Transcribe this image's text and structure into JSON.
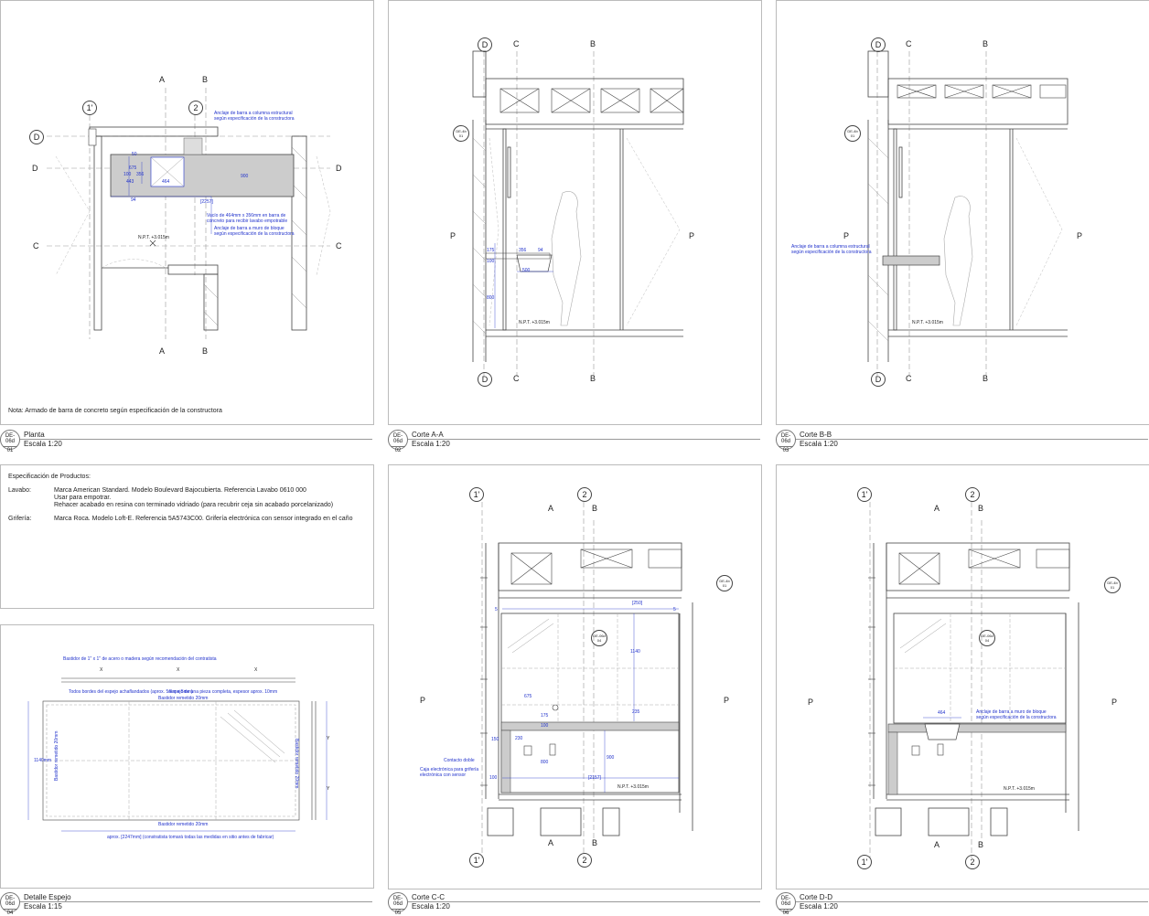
{
  "panels": {
    "planta": {
      "badge_top": "DE-06d",
      "badge_num": "01",
      "title": "Planta",
      "scale": "Escala 1:20",
      "note": "Nota:  Armado de barra de concreto según especificación de la constructora",
      "npt": "N.P.T. +3.015m",
      "ann_anclaje_col": "Anclaje de barra a columna estructural\nsegún especificación de la constructora",
      "ann_vacio": "Vacío de 464mm x 356mm en barra de\nconcreto para recibir lavabo empotrable",
      "ann_anclaje_muro": "Anclaje de barra a muro de bloque\nsegún especificación de la constructora",
      "dims": {
        "d50": "50",
        "d675": "675",
        "d100": "100",
        "d356": "356",
        "d443": "443",
        "d464": "464",
        "d900": "900",
        "d94": "94",
        "d2257": "[2257]"
      },
      "grid": {
        "a": "A",
        "b": "B",
        "c": "C",
        "d": "D",
        "g1": "1'",
        "g2": "2"
      }
    },
    "corte_aa": {
      "badge_top": "DE-06d",
      "badge_num": "02",
      "title": "Corte A-A",
      "scale": "Escala 1:20",
      "npt": "N.P.T. +3.015m",
      "ref_top": "DE-4b",
      "ref_num": "01",
      "dims": {
        "d175": "175",
        "d100": "100",
        "d356": "356",
        "d94": "94",
        "d500": "500",
        "d800": "800"
      },
      "grid": {
        "d": "D",
        "c": "C",
        "b": "B",
        "p": "P"
      }
    },
    "corte_bb": {
      "badge_top": "DE-06d",
      "badge_num": "03",
      "title": "Corte B-B",
      "scale": "Escala 1:20",
      "npt": "N.P.T. +3.015m",
      "ref_top": "DE-4b",
      "ref_num": "01",
      "ann_anclaje_col": "Anclaje de barra a columna estructural\nsegún especificación de la constructora",
      "grid": {
        "d": "D",
        "c": "C",
        "b": "B",
        "p": "P"
      }
    },
    "especificacion": {
      "heading": "Especificación de Productos:",
      "rows": [
        {
          "label": "Lavabo:",
          "lines": [
            "Marca American Standard.  Modelo Boulevard Bajocubierta.  Referencia Lavabo 0610 000",
            "Usar para empotrar.",
            "Rehacer acabado en resina con terminado vidriado (para recubrir ceja sin acabado porcelanizado)"
          ]
        },
        {
          "label": "Grifería:",
          "lines": [
            "Marca Roca.  Modelo Loft-E.  Referencia 5A5743C00.  Grifería electrónica con sensor integrado en el caño"
          ]
        }
      ]
    },
    "espejo": {
      "badge_top": "DE-06d",
      "badge_num": "04",
      "title": "Detalle Espejo",
      "scale": "Escala 1:15",
      "ann_bastidor": "Bastidor de 1\" x 1\" de acero o madera según recomendación del contratista",
      "ann_bordes": "Todos bordes del espejo achaflandados (aprox. 5mm x 5mm)",
      "ann_pieza": "Espejo de una pieza completa, espesor aprox. 10mm",
      "ann_remetido_top": "Bastidor remetido 20mm",
      "ann_remetido_bottom": "Bastidor remetido 20mm",
      "ann_remetido_left": "Bastidor remetido 20mm",
      "ann_remetido_right": "Bastidor remetido 20mm",
      "ann_aprox": "aprox. [2247mm] (constratista tomará todas las medidas en sitio antes de fabricar)",
      "dim_height": "1140mm",
      "x": "X",
      "y": "Y"
    },
    "corte_cc": {
      "badge_top": "DE-06d",
      "badge_num": "05",
      "title": "Corte C-C",
      "scale": "Escala 1:20",
      "npt": "N.P.T. +3.015m",
      "ref_top": "DE-4b",
      "ref_num": "01",
      "ref2_top": "DE-06d",
      "ref2_num": "04",
      "ann_contacto": "Contacto doble",
      "ann_caja": "Caja electrónica para grifería\nelectrónica con sensor",
      "dims": {
        "d250": "[250]",
        "d5a": "5",
        "d5b": "5",
        "d1140": "1140",
        "d675": "675",
        "d175": "175",
        "d235": "235",
        "d100": "100",
        "d150": "150",
        "d230": "230",
        "d800": "800",
        "d900": "900",
        "d100b": "100",
        "d2157": "[2157]"
      },
      "grid": {
        "g1": "1'",
        "g2": "2",
        "a": "A",
        "b": "B",
        "p": "P"
      }
    },
    "corte_dd": {
      "badge_top": "DE-06d",
      "badge_num": "06",
      "title": "Corte D-D",
      "scale": "Escala 1:20",
      "npt": "N.P.T. +3.015m",
      "ref_top": "DE-4b",
      "ref_num": "01",
      "ref2_top": "DE-06d",
      "ref2_num": "04",
      "ann_anclaje_muro": "Anclaje de barra a muro de bloque\nsegún especificación de la constructora",
      "dims": {
        "d464": "464"
      },
      "grid": {
        "g1": "1'",
        "g2": "2",
        "a": "A",
        "b": "B",
        "p": "P"
      }
    }
  },
  "colors": {
    "annotation": "#2233cc",
    "line": "#444444",
    "slab": "#cccccc"
  }
}
